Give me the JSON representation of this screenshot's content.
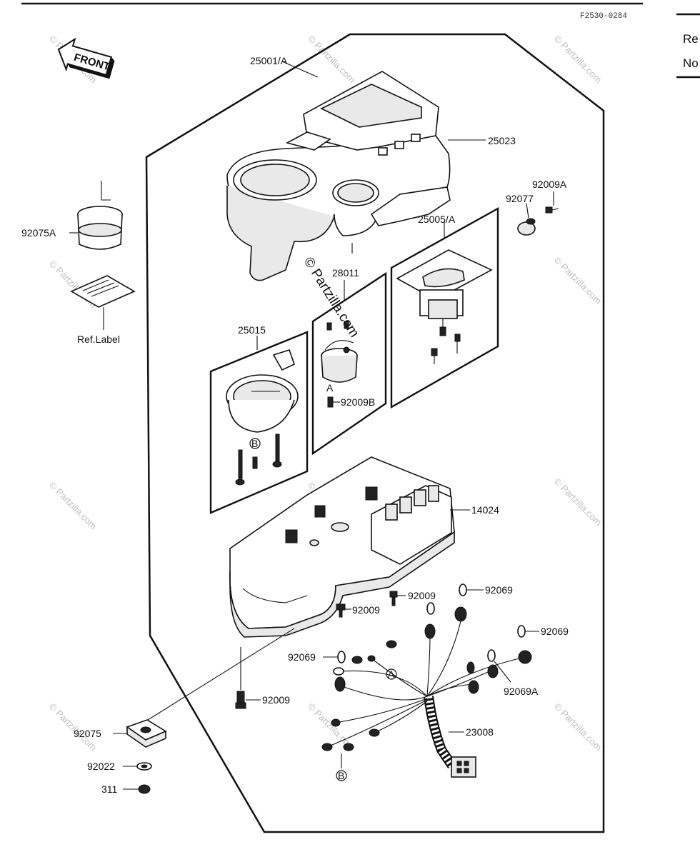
{
  "header": {
    "code": "F2530-0284"
  },
  "side_note": {
    "line1": "Re",
    "line2": "No"
  },
  "front_badge": {
    "label": "FRONT"
  },
  "copyright": "© Partzilla.com",
  "watermark": "© Partzilla.com",
  "callouts": {
    "p25001A": "25001/A",
    "p25023": "25023",
    "p92009A": "92009A",
    "p92077": "92077",
    "p25005A": "25005/A",
    "p92075A": "92075A",
    "p28011": "28011",
    "ref_label": "Ref.Label",
    "p25015": "25015",
    "p92009B": "92009B",
    "mark_a1": "A",
    "mark_b1": "B",
    "p14024": "14024",
    "p92009_1": "92009",
    "p92009_2": "92009",
    "p92069_1": "92069",
    "p92069_2": "92069",
    "p92069_3": "92069",
    "p92069A": "92069A",
    "mark_a2": "A",
    "p92009_3": "92009",
    "p92075": "92075",
    "p23008": "23008",
    "p92022": "92022",
    "p311": "311",
    "mark_b2": "B"
  }
}
